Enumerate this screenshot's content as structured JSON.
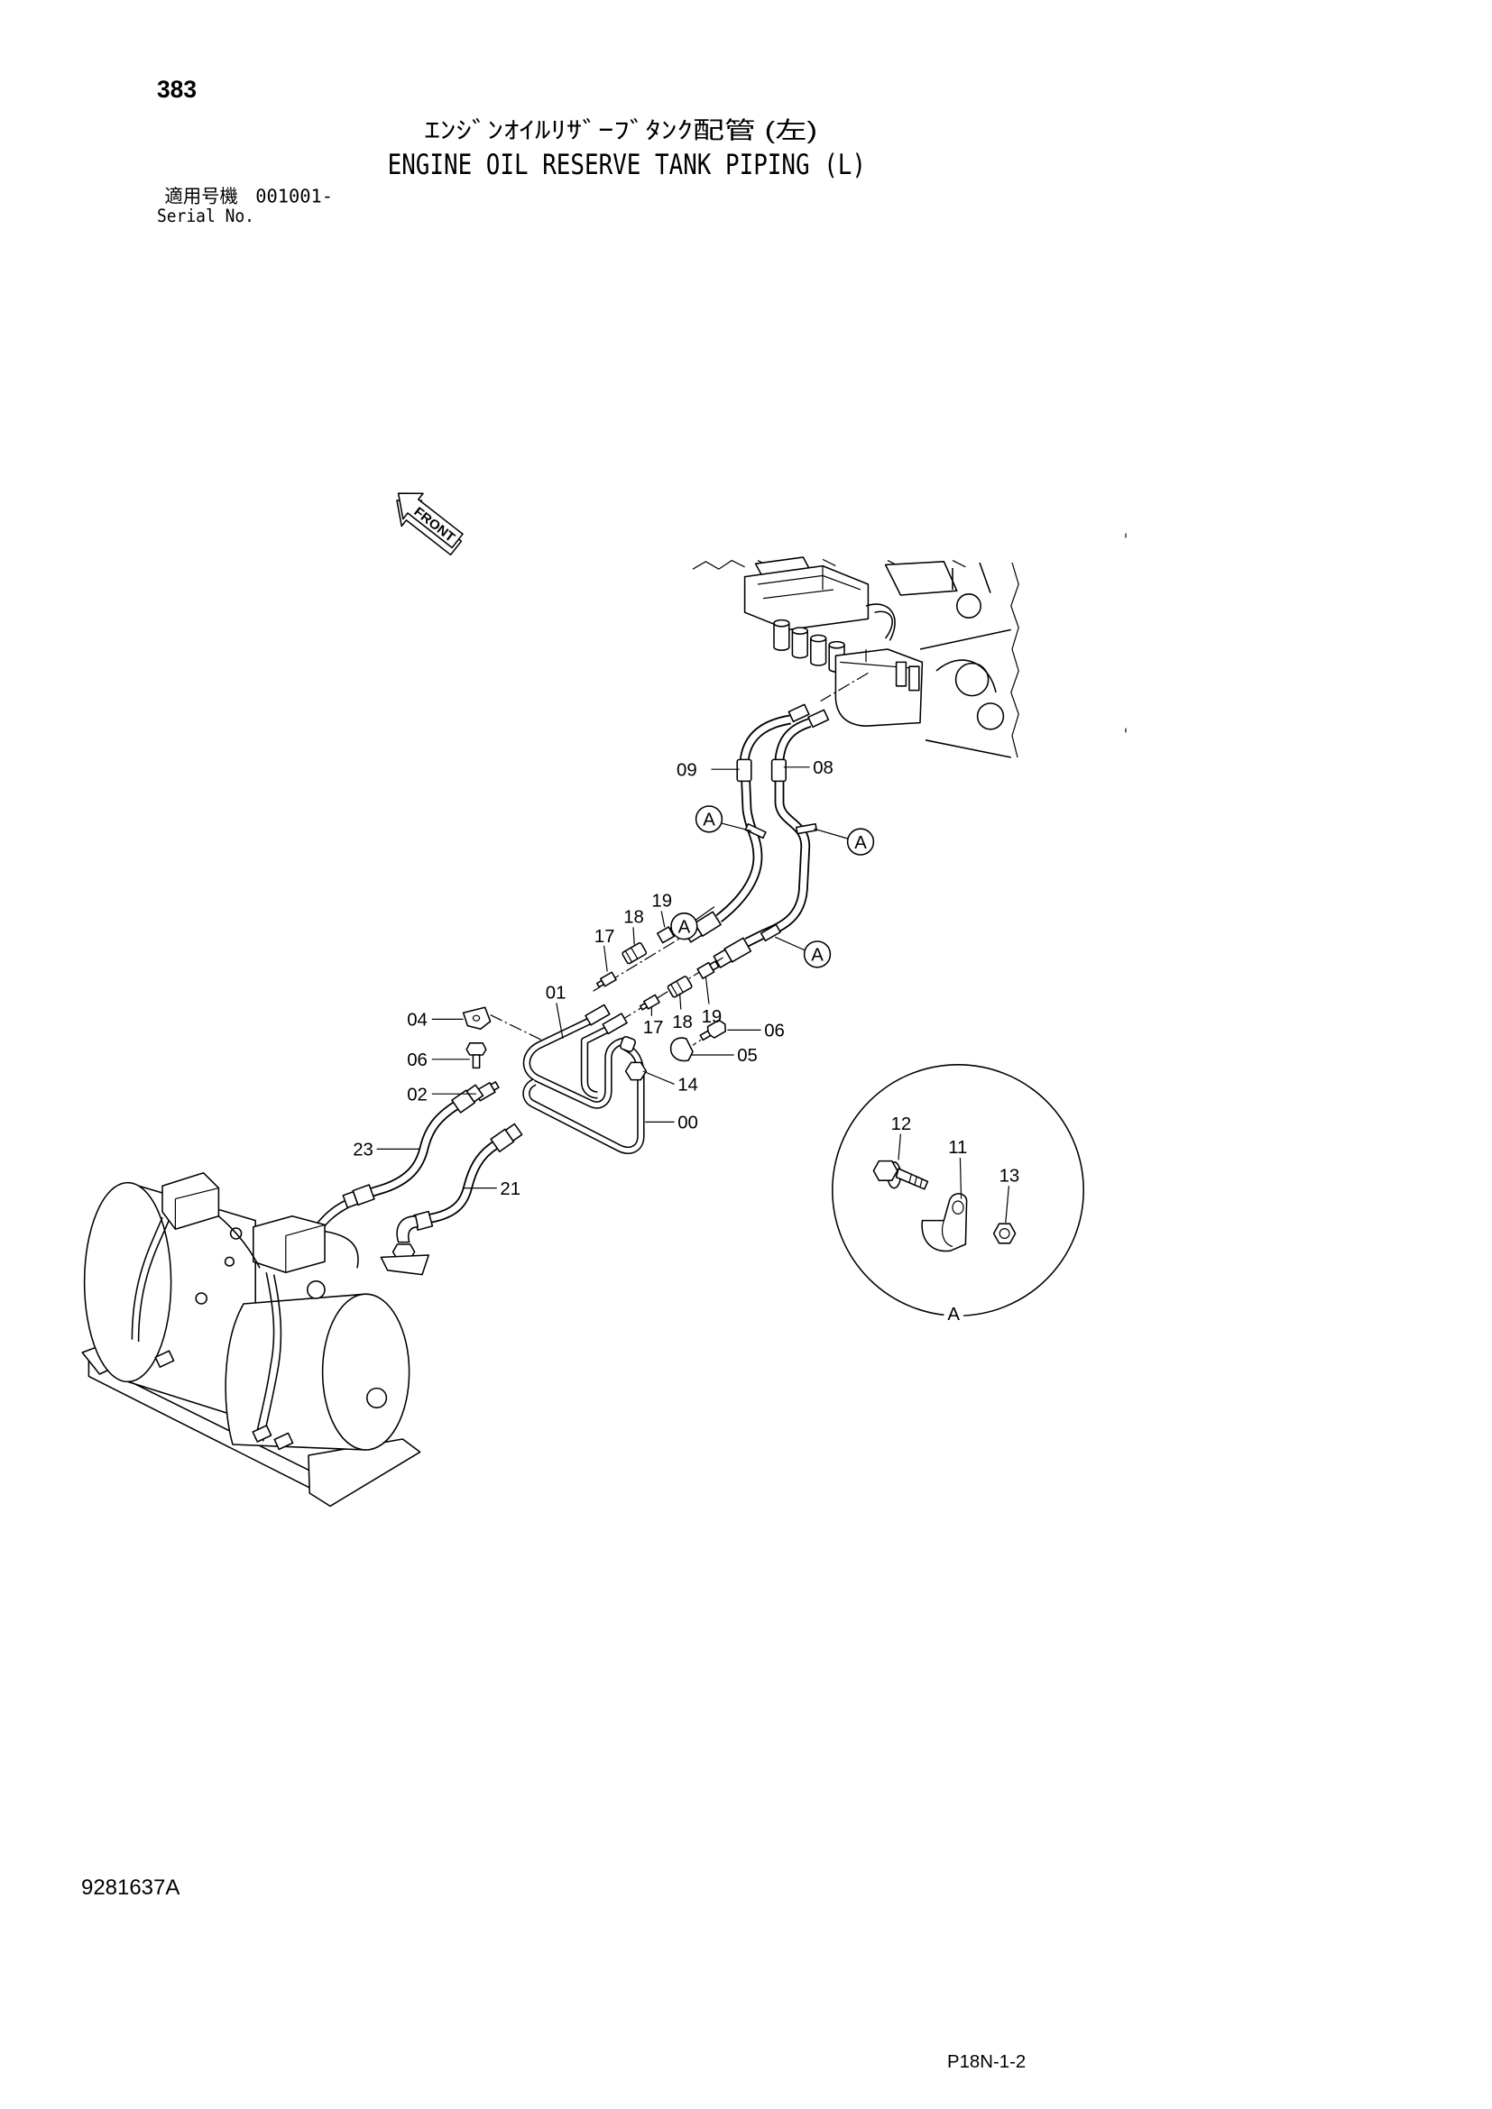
{
  "page_number": "383",
  "title_jp": "ｴﾝｼﾞﾝｵｲﾙﾘｻﾞｰﾌﾞﾀﾝｸ配管 (左)",
  "title_en": "ENGINE OIL RESERVE TANK PIPING (L)",
  "serial": {
    "label_jp": "適用号機",
    "value": "001001-",
    "label_en": "Serial No."
  },
  "front_label": "FRONT",
  "callouts": [
    "09",
    "08",
    "A",
    "A",
    "A",
    "A",
    "19",
    "18",
    "17",
    "01",
    "04",
    "06",
    "02",
    "23",
    "21",
    "00",
    "14",
    "05",
    "06",
    "17",
    "18",
    "19"
  ],
  "detail": {
    "label": "A",
    "callouts": [
      "12",
      "11",
      "13"
    ]
  },
  "drawing_number": "9281637A",
  "page_code": "P18N-1-2"
}
